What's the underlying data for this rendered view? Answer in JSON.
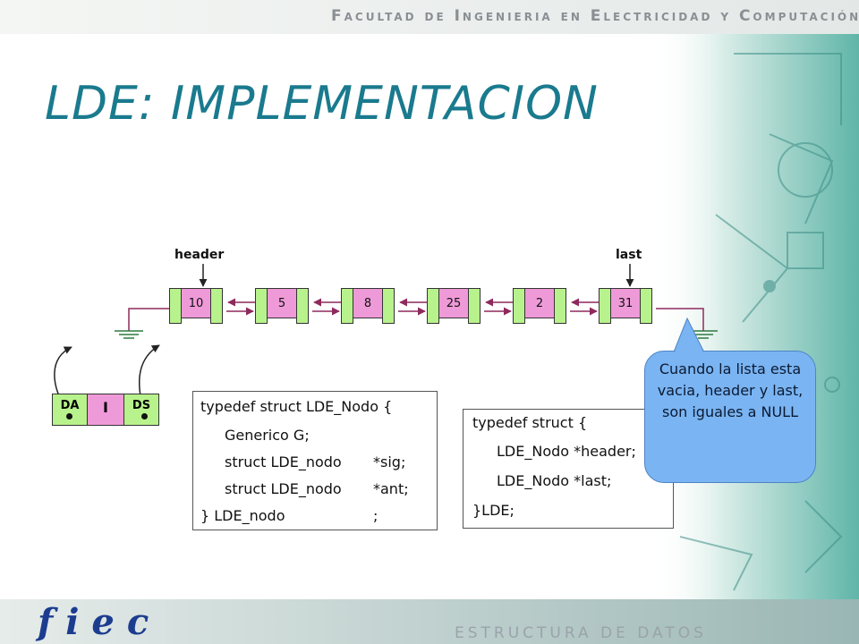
{
  "header": {
    "faculty": "Facultad de Ingenieria en Electricidad y Computación"
  },
  "slide": {
    "title": "LDE: IMPLEMENTACION"
  },
  "pointers": {
    "header": "header",
    "last": "last"
  },
  "nodes": [
    "10",
    "5",
    "8",
    "25",
    "2",
    "31"
  ],
  "legend": {
    "left": "DA",
    "middle": "I",
    "right": "DS"
  },
  "code_node": {
    "line1": "typedef struct LDE_Nodo {",
    "line2": "Generico G;",
    "line3a": "struct LDE_nodo",
    "line3b": "*sig;",
    "line4a": "struct LDE_nodo",
    "line4b": "*ant;",
    "line5a": "} LDE_nodo",
    "line5b": ";"
  },
  "code_list": {
    "line1": "typedef struct {",
    "line2": "LDE_Nodo *header;",
    "line3": "LDE_Nodo *last;",
    "line4": "}LDE;"
  },
  "callout": {
    "text": "Cuando la lista esta vacia, header y last, son iguales a NULL"
  },
  "footer": {
    "logo": "fiec",
    "course": "ESTRUCTURA DE DATOS"
  },
  "colors": {
    "title": "#1a7a8e",
    "node_value": "#ef9ad8",
    "node_cap": "#b8f28c",
    "callout": "#7ab4f2",
    "arrow": "#8e2a5c"
  }
}
